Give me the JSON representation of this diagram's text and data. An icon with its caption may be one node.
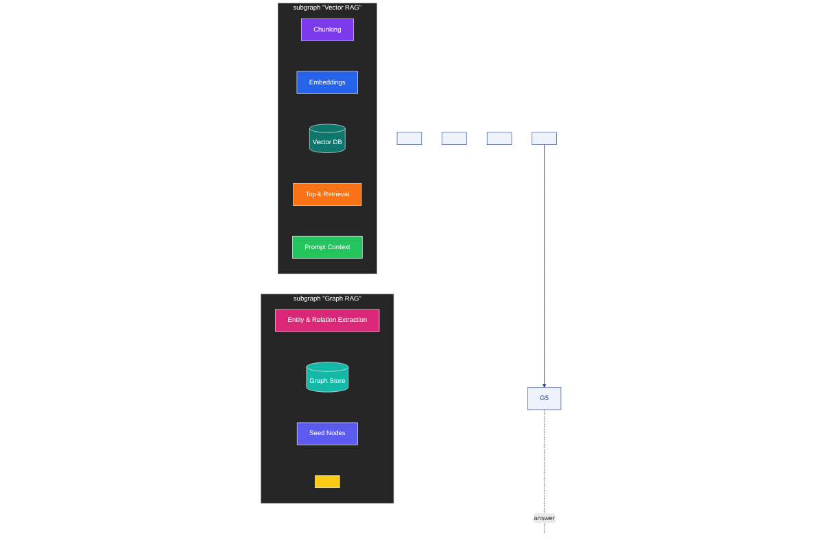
{
  "diagram": {
    "nodes": [
      {
        "text": [
          "subgraph \"Vector RAG\""
        ]
      },
      {
        "text": [
          "Chunking"
        ],
        "in": 0
      },
      {
        "text": [
          "Embeddings"
        ],
        "in": 0
      },
      {
        "text": [
          "Vector DB"
        ],
        "in": 0
      },
      {
        "text": [
          "Top-k Retrieval"
        ],
        "in": 0
      },
      {
        "text": [
          "Prompt Context"
        ],
        "in": 0
      },
      {
        "text": [],
        "shape": "box"
      },
      {
        "text": [],
        "shape": "box"
      },
      {
        "text": [],
        "shape": "box"
      },
      {
        "text": [],
        "shape": "box"
      },
      {
        "text": [
          "G5"
        ]
      },
      {
        "text": [
          "subgraph \"Graph RAG\""
        ]
      },
      {
        "text": [
          "Entity & Relation Extraction"
        ],
        "in": 11
      },
      {
        "text": [
          "Graph Store"
        ],
        "in": 11
      },
      {
        "text": [
          "Seed Nodes"
        ],
        "in": 11
      },
      {
        "text": [],
        "shape": "box",
        "in": 11
      }
    ],
    "edges": [
      {
        "from": 9,
        "to": 10,
        "arrow": "to"
      },
      {
        "from": 10,
        "to": null,
        "arrow": "none",
        "label": "answer",
        "style": "dashed"
      }
    ]
  }
}
